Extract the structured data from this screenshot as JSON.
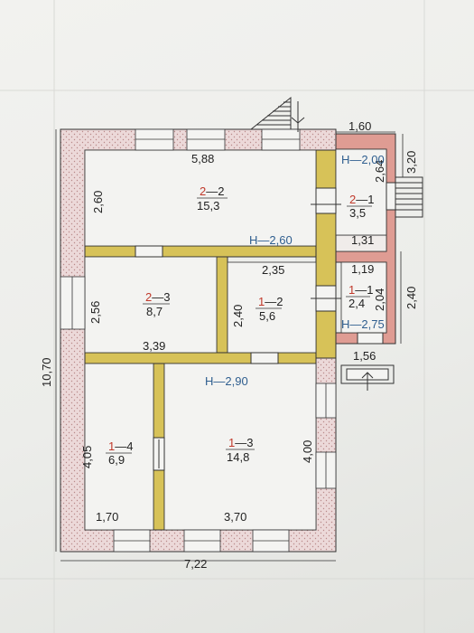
{
  "rooms": [
    {
      "id": "r22",
      "num": "2—2",
      "area": "15,3",
      "floor": "2"
    },
    {
      "id": "r21",
      "num": "2—1",
      "area": "3,5",
      "floor": "2"
    },
    {
      "id": "r23",
      "num": "2—3",
      "area": "8,7",
      "floor": "2"
    },
    {
      "id": "r12",
      "num": "1—2",
      "area": "5,6",
      "floor": "1"
    },
    {
      "id": "r11",
      "num": "1—1",
      "area": "2,4",
      "floor": "1"
    },
    {
      "id": "r14",
      "num": "1—4",
      "area": "6,9",
      "floor": "1"
    },
    {
      "id": "r13",
      "num": "1—3",
      "area": "14,8",
      "floor": "1"
    }
  ],
  "heights": {
    "h1": "H—2,00",
    "h2": "H—2,60",
    "h3": "H—2,75",
    "h4": "H—2,90"
  },
  "dimensions": {
    "d_160": "1,60",
    "d_588": "5,88",
    "d_320": "3,20",
    "d_264": "2,64",
    "d_260": "2,60",
    "d_131": "1,31",
    "d_235": "2,35",
    "d_119": "1,19",
    "d_204": "2,04",
    "d_240a": "2,40",
    "d_256": "2,56",
    "d_240b": "2,40",
    "d_339": "3,39",
    "d_156": "1,56",
    "d_1070": "10,70",
    "d_405": "4,05",
    "d_400": "4,00",
    "d_170": "1,70",
    "d_370": "3,70",
    "d_722": "7,22"
  },
  "colors": {
    "outer_wall": "#ead9d9",
    "inner_wall": "#d7c258",
    "extension_wall": "#df9c93",
    "window": "#f4f4f2",
    "ink": "#222222",
    "height_text": "#2f5e8f",
    "room_num": "#c0392b"
  }
}
